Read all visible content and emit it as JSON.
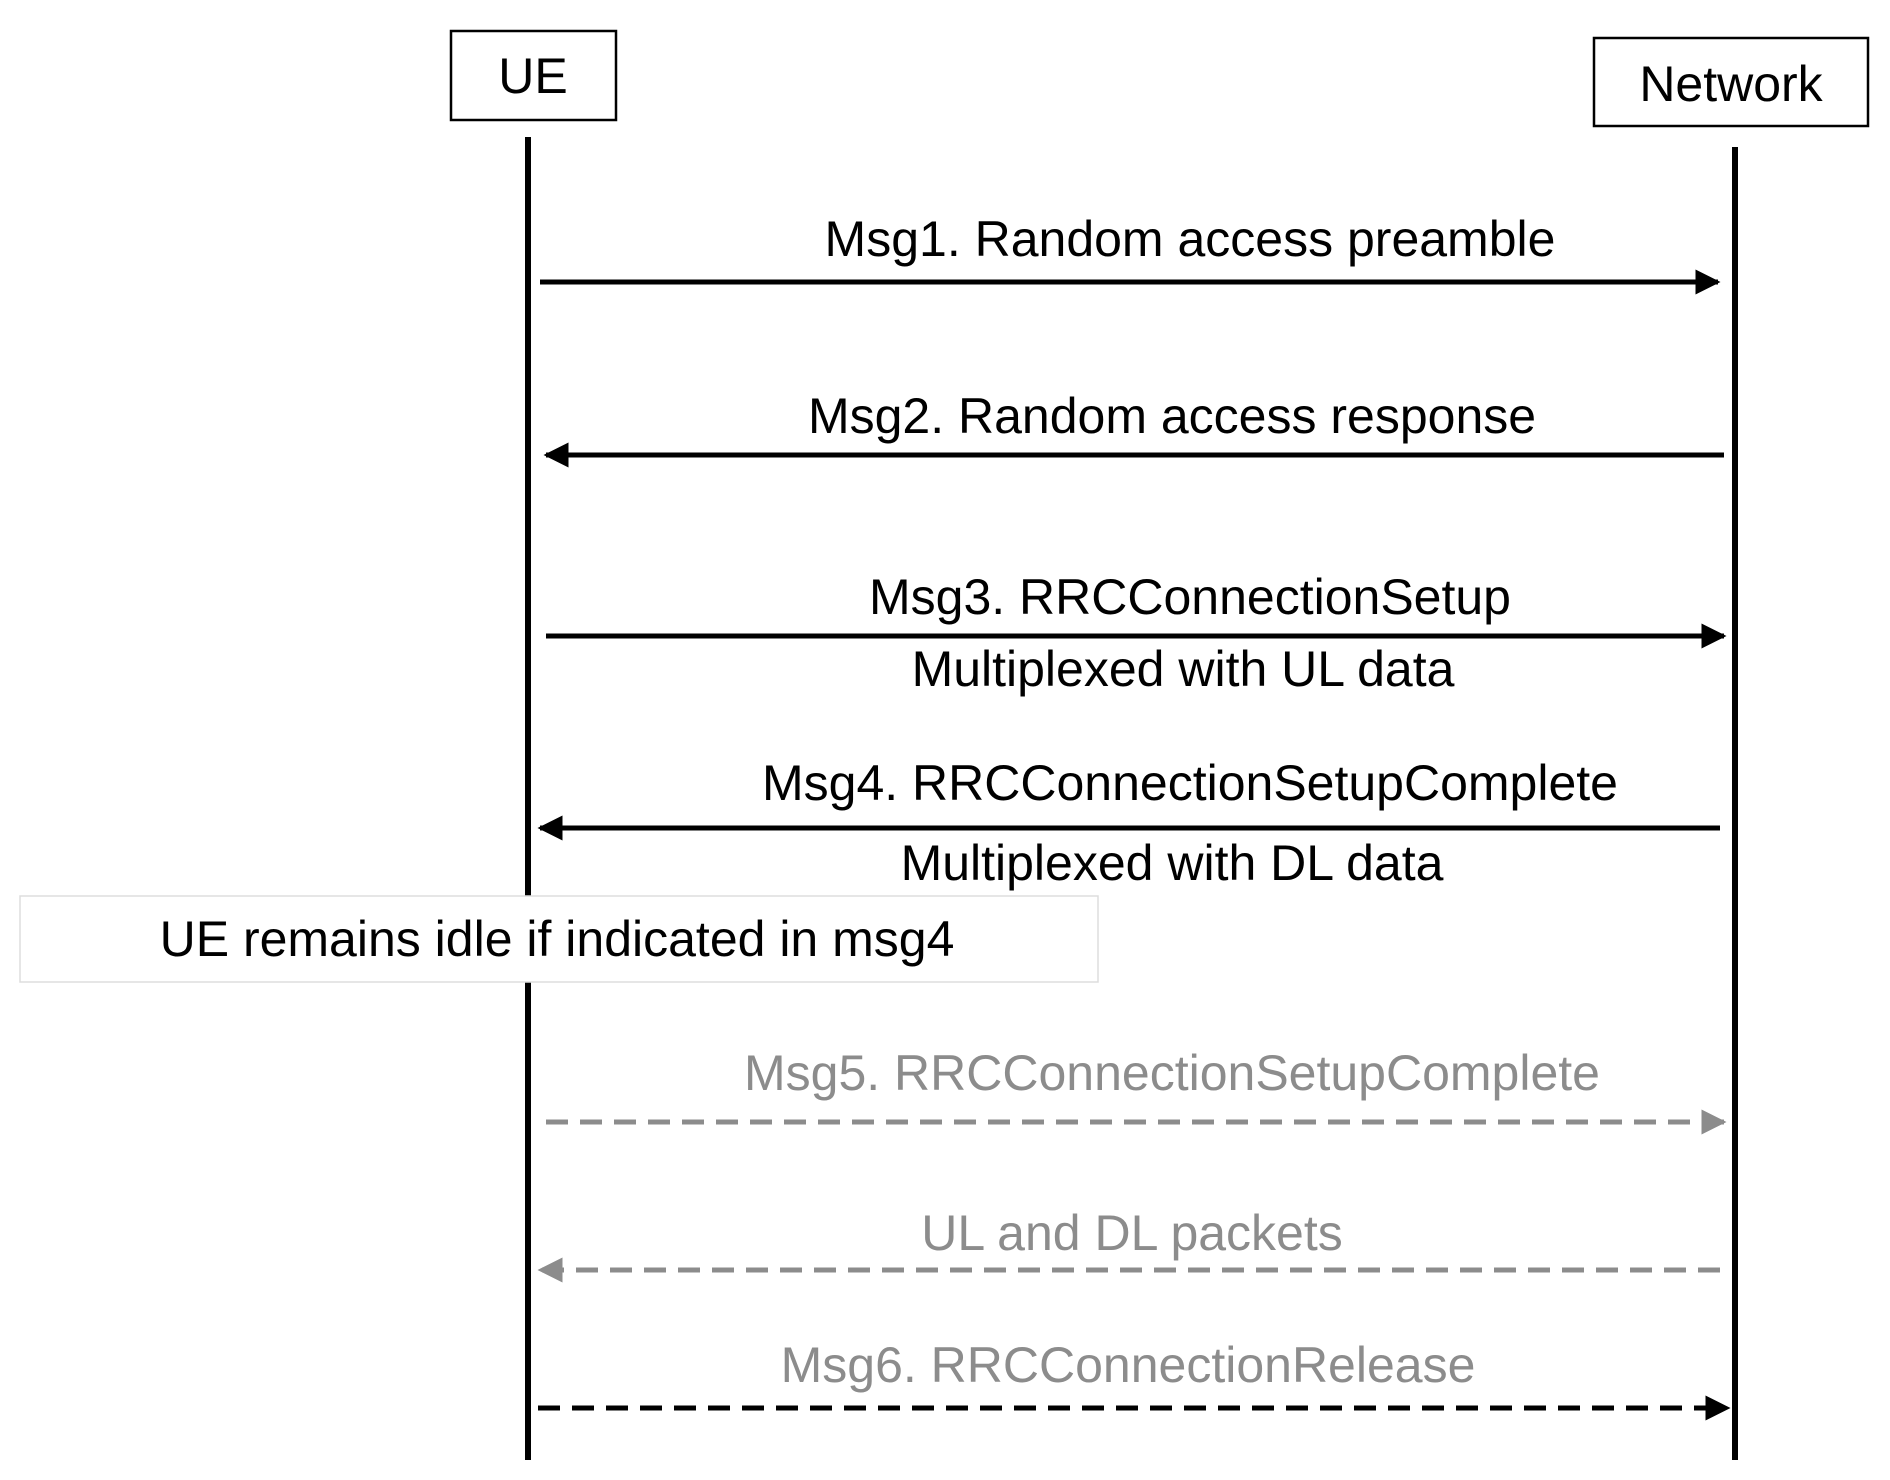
{
  "actors": {
    "ue": {
      "label": "UE"
    },
    "network": {
      "label": "Network"
    }
  },
  "messages": [
    {
      "id": "msg1",
      "label": "Msg1. Random access preamble",
      "direction": "ue-to-network",
      "style": "solid"
    },
    {
      "id": "msg2",
      "label": "Msg2. Random access response",
      "direction": "network-to-ue",
      "style": "solid"
    },
    {
      "id": "msg3",
      "label": "Msg3. RRCConnectionSetup",
      "sublabel": "Multiplexed with UL data",
      "direction": "ue-to-network",
      "style": "solid"
    },
    {
      "id": "msg4",
      "label": "Msg4. RRCConnectionSetupComplete",
      "sublabel": "Multiplexed with DL data",
      "direction": "network-to-ue",
      "style": "solid"
    },
    {
      "id": "msg5",
      "label": "Msg5. RRCConnectionSetupComplete",
      "direction": "ue-to-network",
      "style": "dashed-gray"
    },
    {
      "id": "packets",
      "label": "UL and DL packets",
      "direction": "network-to-ue",
      "style": "dashed-gray"
    },
    {
      "id": "msg6",
      "label": "Msg6. RRCConnectionRelease",
      "direction": "ue-to-network",
      "style": "dashed-black-gray-label"
    }
  ],
  "note": {
    "label": "UE remains idle if indicated in msg4"
  },
  "colors": {
    "line": "#000000",
    "gray": "#8c8c8c",
    "note_border": "#dddddd"
  }
}
